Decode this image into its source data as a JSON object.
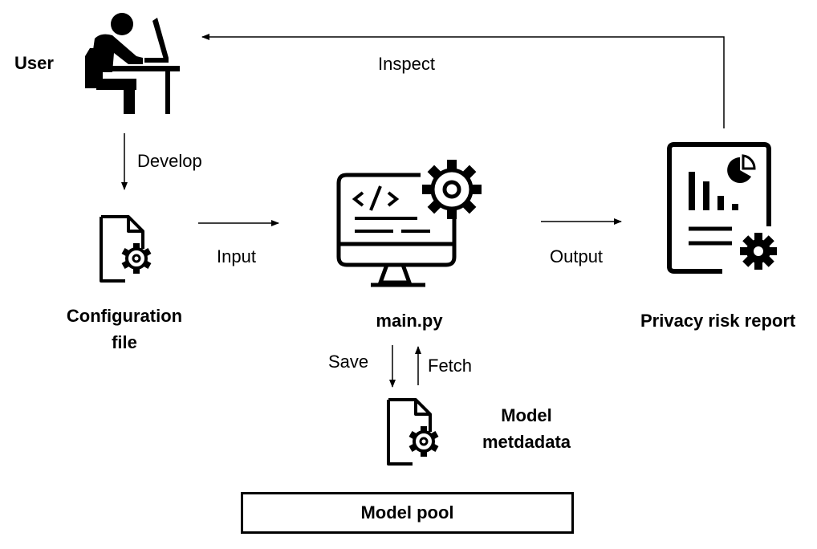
{
  "nodes": {
    "user": "User",
    "config": "Configuration file",
    "main": "main.py",
    "report": "Privacy risk report",
    "metadata": "Model metdadata",
    "pool": "Model pool"
  },
  "edges": {
    "develop": "Develop",
    "input": "Input",
    "output": "Output",
    "inspect": "Inspect",
    "save": "Save",
    "fetch": "Fetch"
  },
  "icons": {
    "user": "person-at-computer-icon",
    "config": "settings-file-icon",
    "main": "code-monitor-gear-icon",
    "report": "report-chart-gear-icon",
    "metadata": "settings-file-icon"
  }
}
